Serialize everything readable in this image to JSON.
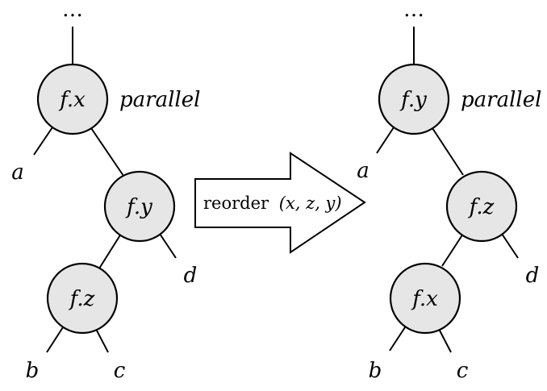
{
  "ellipsis": "…",
  "left_tree": {
    "root": "f.x",
    "annotation": "parallel",
    "middle": "f.y",
    "bottom": "f.z",
    "leaves": [
      "a",
      "b",
      "c",
      "d"
    ]
  },
  "arrow": {
    "label": "reorder",
    "args": "(x, z, y)"
  },
  "right_tree": {
    "root": "f.y",
    "annotation": "parallel",
    "middle": "f.z",
    "bottom": "f.x",
    "leaves": [
      "a",
      "b",
      "c",
      "d"
    ]
  }
}
